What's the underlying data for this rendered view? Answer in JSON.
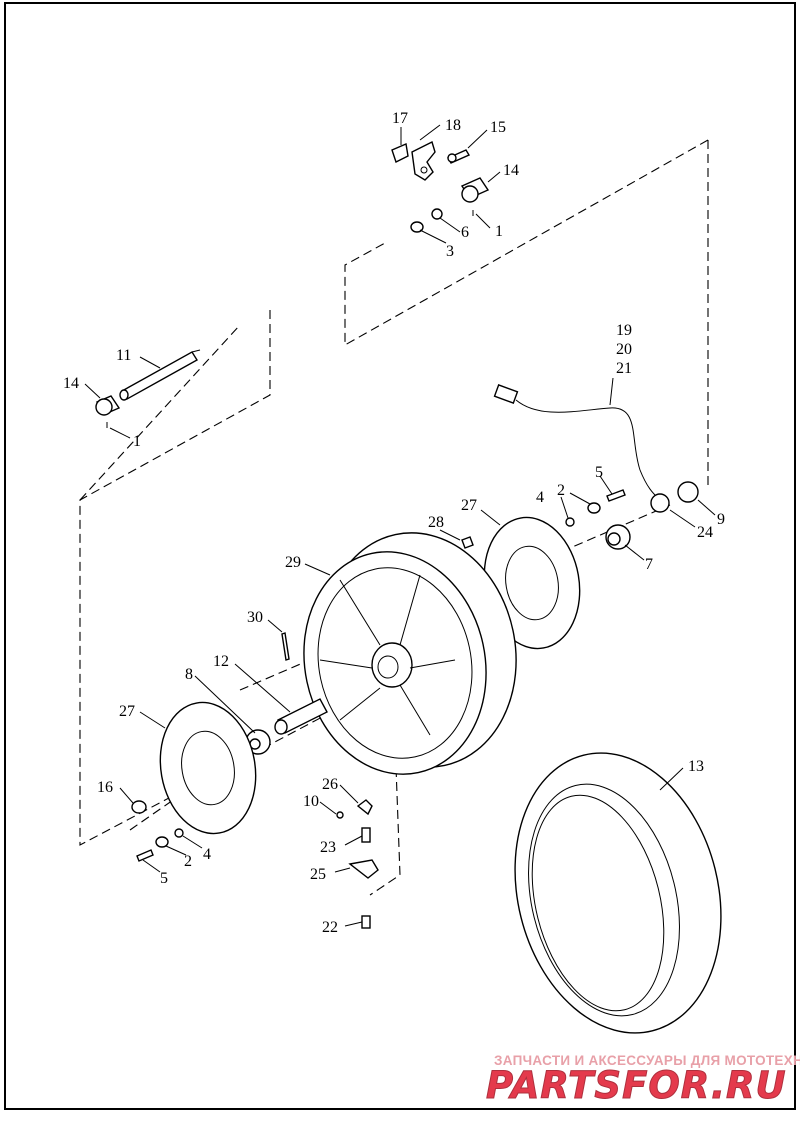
{
  "diagram": {
    "callouts": [
      "1",
      "2",
      "3",
      "4",
      "5",
      "6",
      "7",
      "8",
      "9",
      "10",
      "11",
      "12",
      "13",
      "14",
      "15",
      "16",
      "17",
      "18",
      "19",
      "20",
      "21",
      "22",
      "23",
      "24",
      "25",
      "26",
      "27",
      "28",
      "29",
      "30"
    ]
  },
  "watermark": {
    "tagline": "ЗАПЧАСТИ И АКСЕССУАРЫ ДЛЯ МОТОТЕХНИКИ",
    "logo": "PARTSFOR.RU"
  }
}
